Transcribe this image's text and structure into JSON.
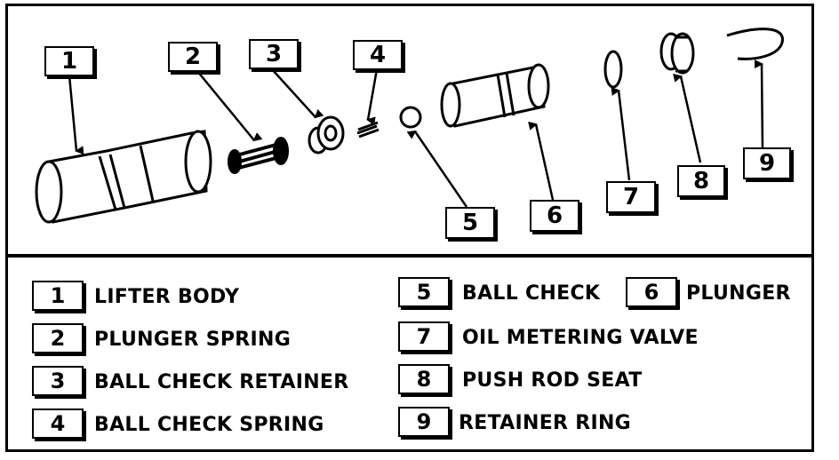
{
  "callouts": [
    "1",
    "2",
    "3",
    "4",
    "5",
    "6",
    "7",
    "8",
    "9"
  ],
  "legend": [
    {
      "number": "1",
      "label": "LIFTER BODY"
    },
    {
      "number": "2",
      "label": "PLUNGER SPRING"
    },
    {
      "number": "3",
      "label": "BALL CHECK RETAINER"
    },
    {
      "number": "4",
      "label": "BALL CHECK SPRING"
    },
    {
      "number": "5",
      "label": "BALL CHECK"
    },
    {
      "number": "6",
      "label": "PLUNGER"
    },
    {
      "number": "7",
      "label": "OIL METERING VALVE"
    },
    {
      "number": "8",
      "label": "PUSH ROD SEAT"
    },
    {
      "number": "9",
      "label": "RETAINER RING"
    }
  ],
  "colors": {
    "ink": "#000000",
    "paper": "#ffffff"
  }
}
